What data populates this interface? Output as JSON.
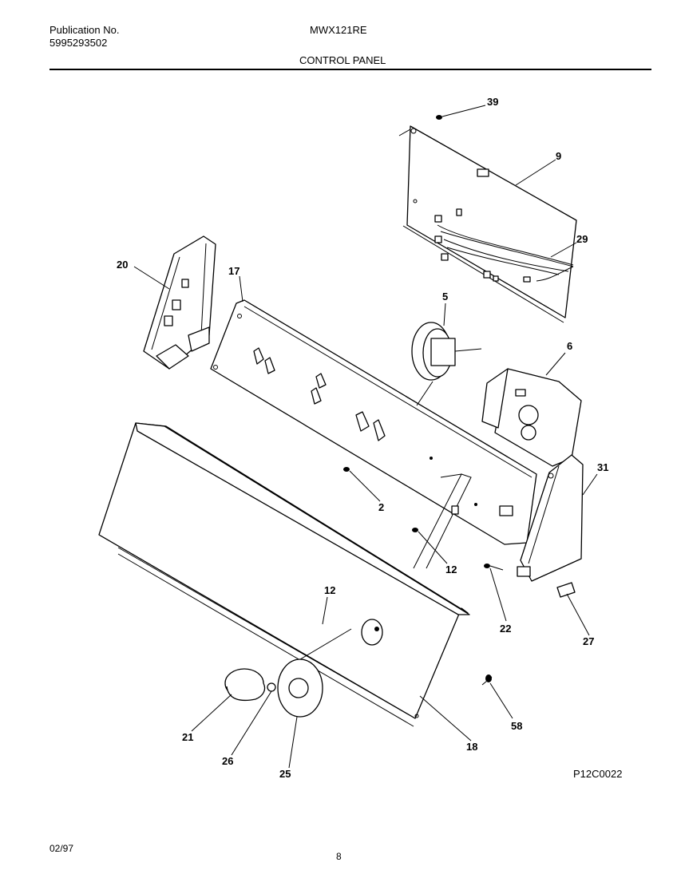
{
  "header": {
    "publication_label": "Publication No.",
    "publication_number": "5995293502",
    "model": "MWX121RE",
    "section_title": "CONTROL PANEL"
  },
  "callouts": {
    "c39": "39",
    "c9": "9",
    "c29": "29",
    "c20": "20",
    "c17": "17",
    "c5": "5",
    "c6": "6",
    "c31": "31",
    "c2": "2",
    "c12a": "12",
    "c12b": "12",
    "c22": "22",
    "c27": "27",
    "c58": "58",
    "c18": "18",
    "c21": "21",
    "c26": "26",
    "c25": "25"
  },
  "diagram_code": "P12C0022",
  "footer": {
    "date": "02/97",
    "page": "8"
  }
}
